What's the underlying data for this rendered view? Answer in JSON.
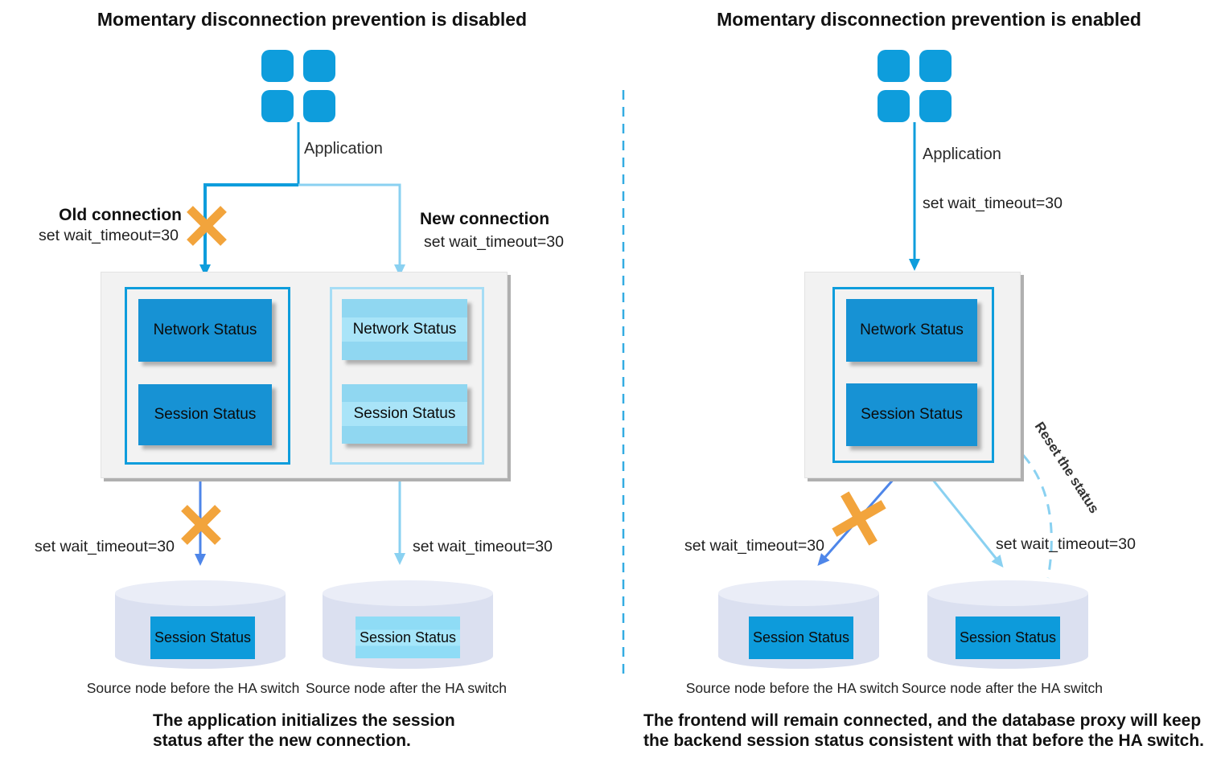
{
  "left": {
    "title": "Momentary disconnection prevention is disabled",
    "application": "Application",
    "old_connection_label": "Old connection",
    "old_connection_cmd": "set wait_timeout=30",
    "new_connection_label": "New connection",
    "new_connection_cmd": "set wait_timeout=30",
    "old_box": {
      "network": "Network Status",
      "session": "Session Status"
    },
    "new_box": {
      "network": "Network Status",
      "session": "Session Status"
    },
    "old_db_cmd": "set wait_timeout=30",
    "new_db_cmd": "set wait_timeout=30",
    "old_db_session": "Session Status",
    "new_db_session": "Session Status",
    "old_db_label": "Source node before the HA switch",
    "new_db_label": "Source node after the HA switch",
    "caption1": "The application initializes the session",
    "caption2": "status after the new connection."
  },
  "right": {
    "title": "Momentary disconnection prevention is enabled",
    "application": "Application",
    "cmd": "set wait_timeout=30",
    "box": {
      "network": "Network Status",
      "session": "Session Status"
    },
    "reset_label": "Reset the status",
    "old_db_cmd": "set wait_timeout=30",
    "new_db_cmd": "set wait_timeout=30",
    "old_db_session": "Session Status",
    "new_db_session": "Session Status",
    "old_db_label": "Source node before the HA switch",
    "new_db_label": "Source node after the HA switch",
    "caption1": "The frontend will remain connected, and the database proxy will keep",
    "caption2": "the backend session status consistent with that before the HA switch."
  },
  "colors": {
    "brand_blue": "#0e9ddc",
    "light_blue": "#8ad1f1",
    "light_blue_border": "#a6ddf5",
    "block_blue": "#1792d4",
    "block_light": "#90d7f1",
    "band_light": "#a9e4f8",
    "db_session_blue": "#0d9bdb",
    "db_session_light": "#8fdcf6",
    "medium_blue": "#4e86e9",
    "cross_orange": "#f2a43c",
    "cylinder_fill": "#dbe0f0",
    "cylinder_top": "#eaedf7",
    "divider_blue": "#33ace2",
    "panel_gray": "#f2f2f2",
    "text_dark": "#1c1c1c"
  }
}
